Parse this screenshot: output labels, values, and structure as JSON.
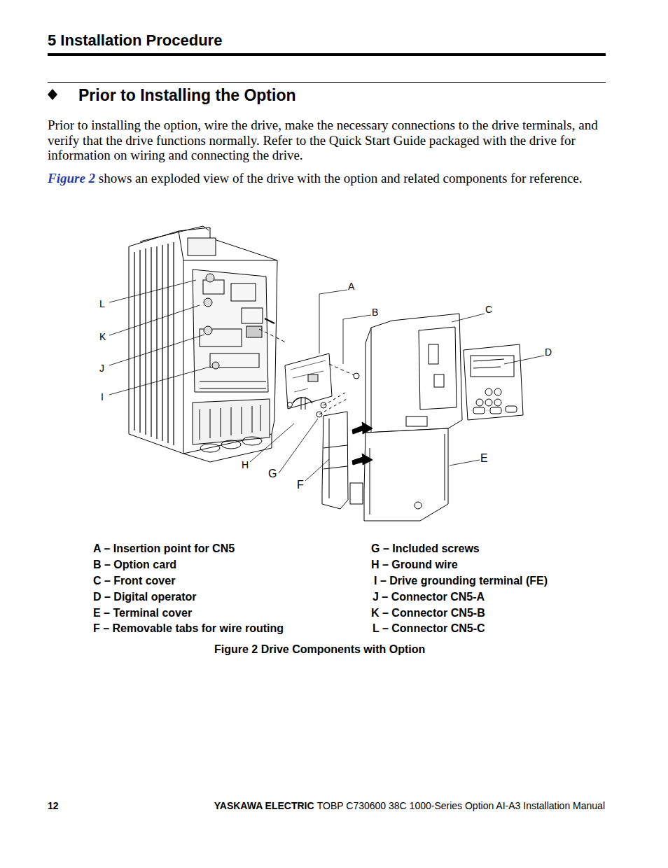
{
  "diagram": {
    "title": "Prior to Installing the Option",
    "caption": "Figure 2  Drive Components with Option",
    "labels": [
      "5 Installation Procedure",
      "Prior to installing the option, wire the drive, make the necessary connections to the drive terminals, and verify that the drive functions normally. Refer to the Quick Start Guide packaged with the drive for information on wiring and connecting the drive.",
      "Figure 2",
      "shows an exploded view of the drive with the option and related components for reference.",
      "A",
      "B",
      "C",
      "D",
      "E",
      "F",
      "G",
      "H",
      "I",
      "J",
      "K",
      "L",
      "A  –  Insertion point for CN5",
      "B  –  Option card",
      "C  –  Front cover",
      "D  –  Digital operator",
      "E  –  Terminal cover",
      "F  –  Removable tabs for wire routing",
      "G  –  Included screws",
      "H  –  Ground wire",
      "I  –  Drive grounding terminal (FE)",
      "J  –  Connector CN5-A",
      "K  –  Connector CN5-B",
      "L  –  Connector CN5-C",
      "12",
      "YASKAWA ELECTRIC",
      "TOBP C730600 38C 1000-Series Option AI-A3 Installation Manual"
    ]
  }
}
